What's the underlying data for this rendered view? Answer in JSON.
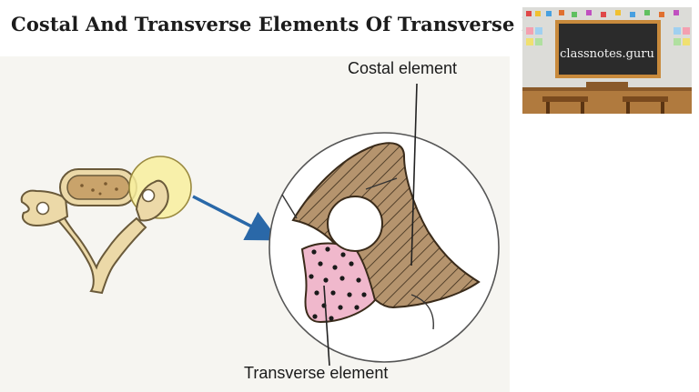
{
  "title": "Costal And Transverse Elements Of Transverse Process",
  "diagram": {
    "label_costal": "Costal element",
    "label_transverse": "Transverse element"
  },
  "logo": {
    "text": "classnotes.guru"
  },
  "colors": {
    "bone_fill": "#ecd9a8",
    "bone_stroke": "#6a5a3a",
    "highlight": "#f8ee9e",
    "costal_fill": "#b5946e",
    "transverse_fill": "#f0b8cc",
    "arrow": "#2a68a8",
    "chalkboard": "#2b2b2b",
    "chalkboard_frame": "#c88a3c"
  }
}
